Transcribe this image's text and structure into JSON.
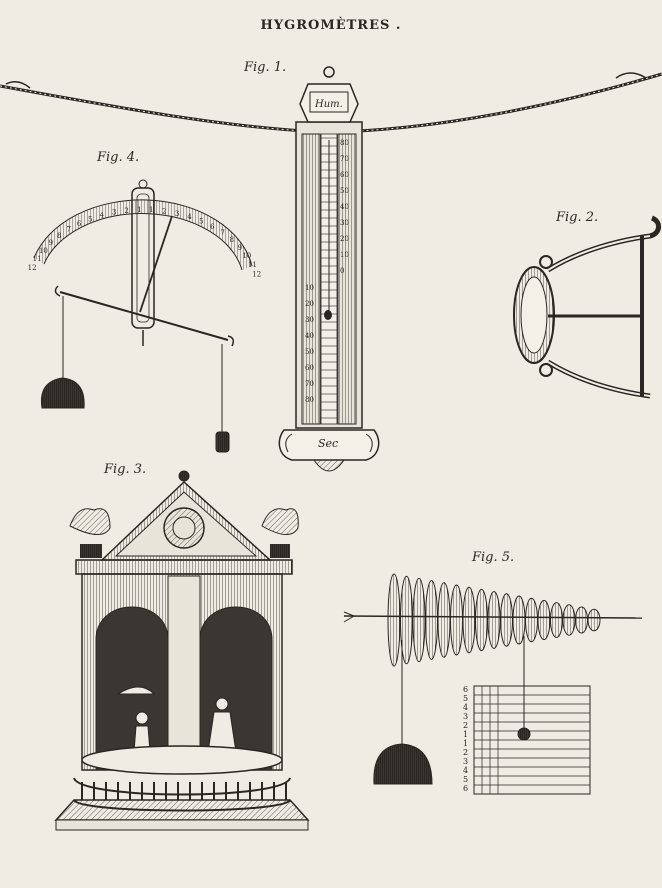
{
  "title": "HYGROMÈTRES .",
  "figures": {
    "fig1": {
      "label": "Fig. 1.",
      "top_plate": "Hum.",
      "bottom_plate": "Sec",
      "upper_scale": [
        "80",
        "70",
        "60",
        "50",
        "40",
        "30",
        "20",
        "10",
        "0"
      ],
      "lower_scale": [
        "10",
        "20",
        "30",
        "40",
        "50",
        "60",
        "70",
        "80"
      ]
    },
    "fig2": {
      "label": "Fig. 2."
    },
    "fig3": {
      "label": "Fig. 3."
    },
    "fig4": {
      "label": "Fig. 4.",
      "dial_left": [
        "12",
        "11",
        "10",
        "9",
        "8",
        "7",
        "6",
        "5",
        "4",
        "3",
        "2",
        "1"
      ],
      "dial_right": [
        "1",
        "2",
        "3",
        "4",
        "5",
        "6",
        "7",
        "8",
        "9",
        "10",
        "11",
        "12"
      ]
    },
    "fig5": {
      "label": "Fig. 5.",
      "scale": [
        "6",
        "5",
        "4",
        "3",
        "2",
        "1",
        "1",
        "2",
        "3",
        "4",
        "5",
        "6"
      ]
    }
  },
  "colors": {
    "paper": "#efece4",
    "ink": "#2a2622"
  }
}
